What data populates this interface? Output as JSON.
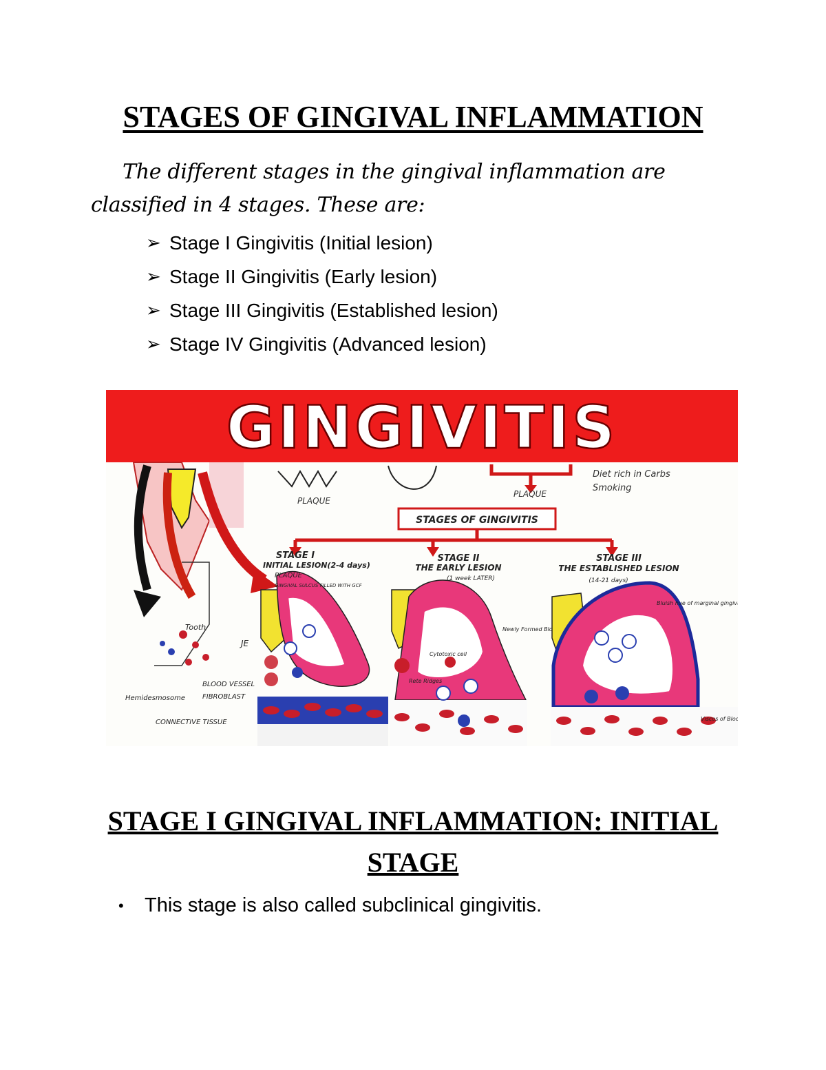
{
  "title": "STAGES OF GINGIVAL INFLAMMATION",
  "intro": {
    "line1": "The different stages in the gingival inflammation are",
    "line2": "classified in 4 stages. These are:"
  },
  "stages": [
    {
      "label": "Stage I Gingivitis (Initial lesion)"
    },
    {
      "label": "Stage II Gingivitis (Early lesion)"
    },
    {
      "label": "Stage III Gingivitis (Established lesion)"
    },
    {
      "label": "Stage IV Gingivitis (Advanced lesion)"
    }
  ],
  "list_marker": "➢",
  "figure": {
    "banner": "GINGIVITIS",
    "colors": {
      "banner_red": "#ee1c1c",
      "arrow_red": "#d01818",
      "gum_pink": "#e8387a",
      "blood_red": "#c81e2a",
      "vessel_blue": "#2a3fb0",
      "plaque_yellow": "#f2e230"
    },
    "labels": {
      "plaque_left": "PLAQUE",
      "plaque_right": "PLAQUE",
      "diet_1": "Diet rich in Carbs",
      "diet_2": "Smoking",
      "stages_box": "STAGES OF GINGIVITIS",
      "stage1_title": "STAGE I",
      "stage1_sub": "INITIAL LESION(2-4 days)",
      "stage1_plaque": "PLAQUE",
      "stage1_sulcus": "GINGIVAL SULCUS FILLED WITH GCF",
      "stage1_je": "JE",
      "stage2_title": "STAGE II",
      "stage2_sub": "THE EARLY LESION",
      "stage2_time": "(1 week LATER)",
      "stage2_note": "Newly Formed Blood vessels",
      "stage2_rete": "Rete Ridges",
      "stage2_cyto": "Cytotoxic cell",
      "stage3_title": "STAGE III",
      "stage3_sub": "THE ESTABLISHED LESION",
      "stage3_time": "(14-21 days)",
      "stage3_note": "Bluish hue of marginal gingiva from Anoxemia",
      "stage3_visc": "Viscos of Blood",
      "tooth": "Tooth",
      "blood_vessel": "BLOOD VESSEL",
      "fibroblast": "FIBROBLAST",
      "hemidesmosome": "Hemidesmosome",
      "connective": "CONNECTIVE TISSUE"
    }
  },
  "section": {
    "heading_line1": "STAGE I GINGIVAL INFLAMMATION: INITIAL",
    "heading_line2": "STAGE",
    "bullet_marker": "•",
    "bullets": [
      {
        "text": "This stage is also called subclinical gingivitis."
      }
    ]
  }
}
